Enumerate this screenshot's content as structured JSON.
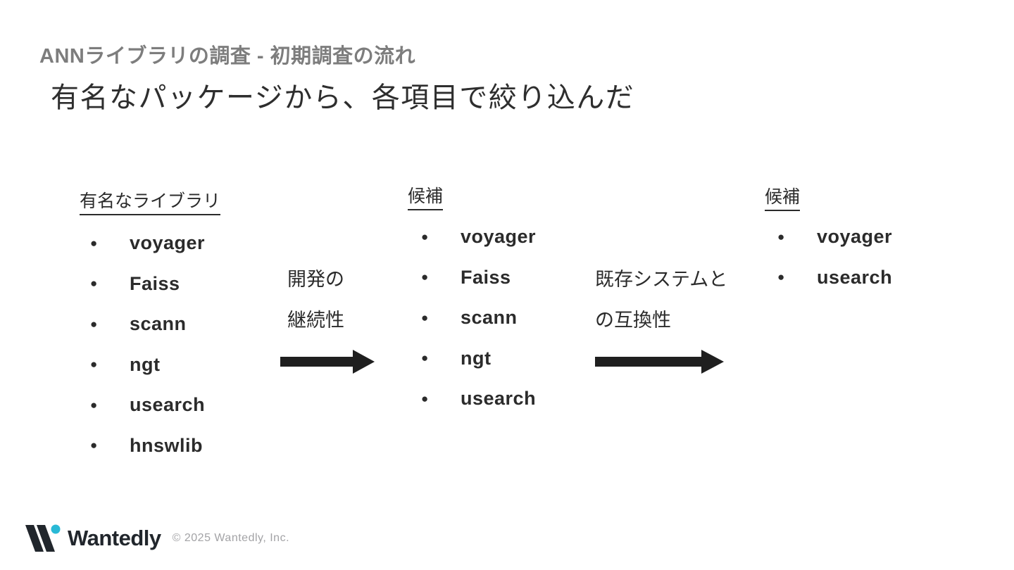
{
  "slide": {
    "kicker": "ANNライブラリの調査 - 初期調査の流れ",
    "title": "有名なパッケージから、各項目で絞り込んだ"
  },
  "columns": [
    {
      "heading": "有名なライブラリ",
      "items": [
        "voyager",
        "Faiss",
        "scann",
        "ngt",
        "usearch",
        "hnswlib"
      ]
    },
    {
      "heading": "候補",
      "items": [
        "voyager",
        "Faiss",
        "scann",
        "ngt",
        "usearch"
      ]
    },
    {
      "heading": "候補",
      "items": [
        "voyager",
        "usearch"
      ]
    }
  ],
  "transitions": [
    {
      "label_line1": "開発の",
      "label_line2": "継続性"
    },
    {
      "label_line1": "既存システムと",
      "label_line2": "の互換性"
    }
  ],
  "list_style": {
    "bullet_glyph": "●"
  },
  "footer": {
    "brand": "Wantedly",
    "copyright": "© 2025 Wantedly, Inc."
  },
  "colors": {
    "kicker_gray": "#7d7d7d",
    "text_dark": "#2b2b2b",
    "arrow_black": "#1f1f1f",
    "logo_dot_cyan": "#29b9d6",
    "copyright_gray": "#a3a3a6",
    "background": "#ffffff"
  }
}
